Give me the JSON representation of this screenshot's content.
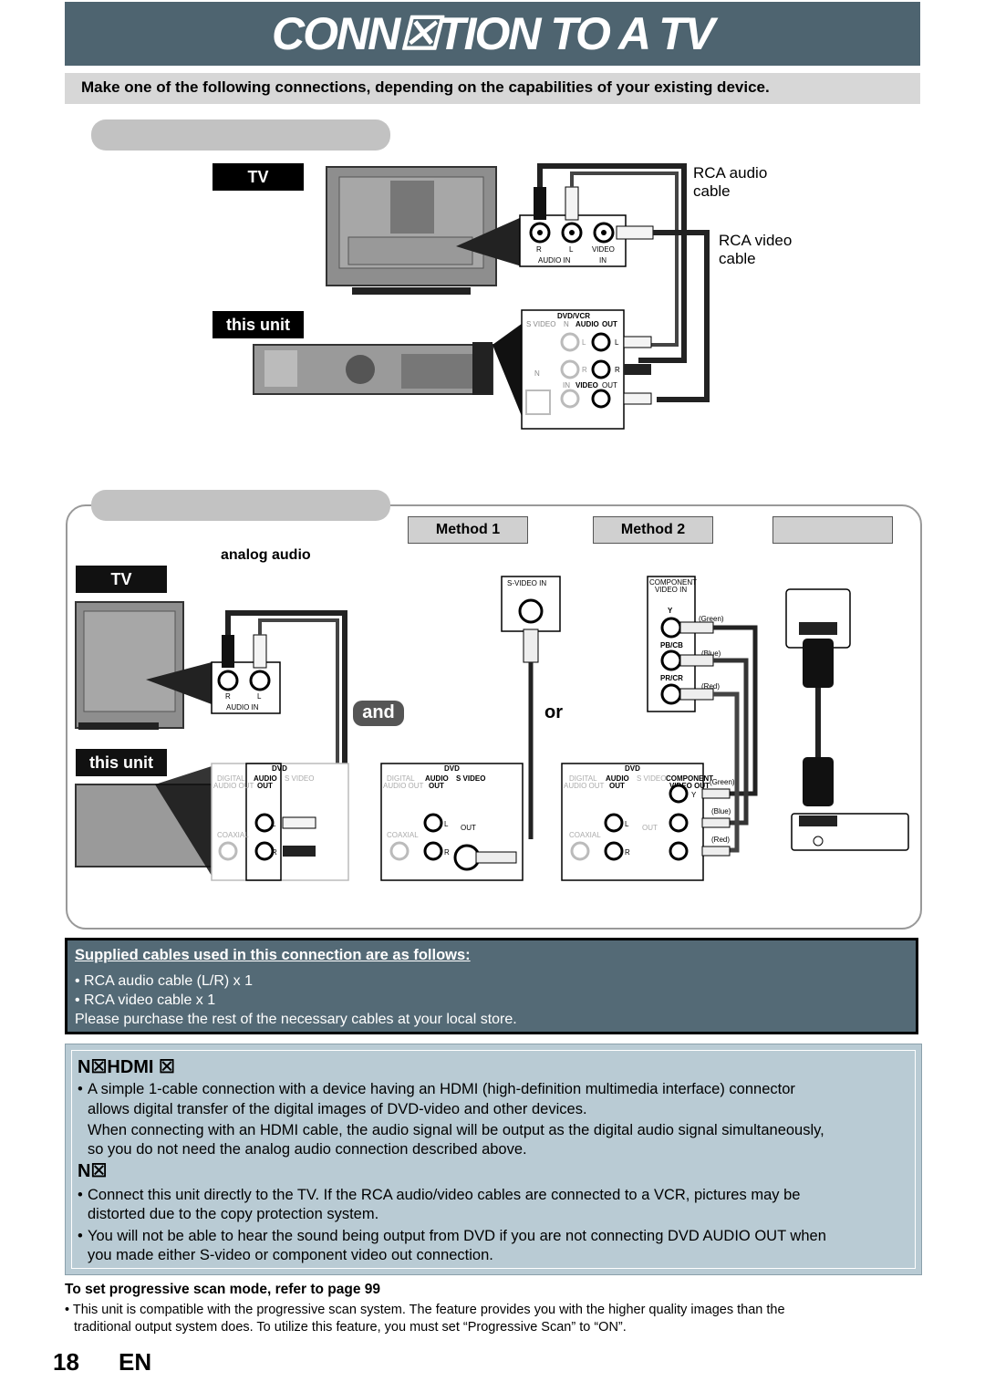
{
  "header": {
    "title": "CONN☒TION TO A TV",
    "instruction": "Make one of the following connections, depending on the capabilities of your existing device."
  },
  "section1": {
    "tv_label": "TV",
    "unit_label": "this unit",
    "rca_audio_cable": [
      "RCA audio",
      "cable"
    ],
    "rca_video_cable": [
      "RCA video",
      "cable"
    ],
    "tv_jacks": {
      "r": "R",
      "l": "L",
      "video": "VIDEO",
      "audio_in": "AUDIO IN",
      "in": "IN"
    },
    "unit_panel": {
      "dvd_vcr": "DVD/VCR",
      "s_video": "S VIDEO",
      "n": "N",
      "audio": "AUDIO",
      "out": "OUT",
      "l": "L",
      "r": "R",
      "in": "IN",
      "video": "VIDEO"
    }
  },
  "section2": {
    "method1": "Method 1",
    "method2": "Method 2",
    "analog_audio": "analog audio",
    "tv_label": "TV",
    "unit_label": "this unit",
    "and": "and",
    "or": "or",
    "svideo_in": "S-VIDEO IN",
    "component_in": [
      "COMPONENT",
      "VIDEO IN"
    ],
    "y": "Y",
    "pb_cb": "PB/CB",
    "pr_cr": "PR/CR",
    "green": "(Green)",
    "blue": "(Blue)",
    "red": "(Red)",
    "audio_in": "AUDIO IN",
    "r": "R",
    "l": "L",
    "dvd": "DVD",
    "digital_audio_out": [
      "DIGITAL",
      "AUDIO OUT"
    ],
    "audio_out": [
      "AUDIO",
      "OUT"
    ],
    "s_video": "S VIDEO",
    "component": [
      "COMPONENT",
      "VIDEO OUT"
    ],
    "coaxial": "COAXIAL",
    "out": "OUT",
    "pb": "PB\n/CB",
    "pr": "PR\n/CR"
  },
  "supplied": {
    "heading": "Supplied cables used in this connection are as follows:",
    "items": [
      "RCA audio cable (L/R) x 1",
      "RCA video cable x 1"
    ],
    "footer": "Please purchase the rest of the necessary cables at your local store."
  },
  "note_hdmi": {
    "heading": "N☒HDMI ☒",
    "bullet1_line1": "A simple 1-cable connection with a device having an HDMI (high-definition multimedia interface) connector",
    "bullet1_line2": "allows digital transfer of the digital images of DVD-video and other devices.",
    "bullet1_line3": "When connecting with an HDMI cable, the audio signal will be output as the digital audio signal simultaneously,",
    "bullet1_line4": "so you do not need the analog audio connection described above."
  },
  "note": {
    "heading": "N☒",
    "bullet1_line1": "Connect this unit directly to the TV. If the RCA audio/video cables are connected to a VCR, pictures may be",
    "bullet1_line2": "distorted due to the copy protection system.",
    "bullet2_line1": "You will not be able to hear the sound being output from DVD if you are not connecting DVD AUDIO OUT when",
    "bullet2_line2": "you made either S-video or component video out connection."
  },
  "progressive": {
    "heading": "To set progressive scan mode, refer to page 99",
    "line1": "This unit is compatible with the progressive scan system. The feature provides you with the higher quality images than the",
    "line2": "traditional output system does. To utilize this feature, you must set “Progressive Scan” to “ON”."
  },
  "footer": {
    "page": "18",
    "lang": "EN"
  }
}
